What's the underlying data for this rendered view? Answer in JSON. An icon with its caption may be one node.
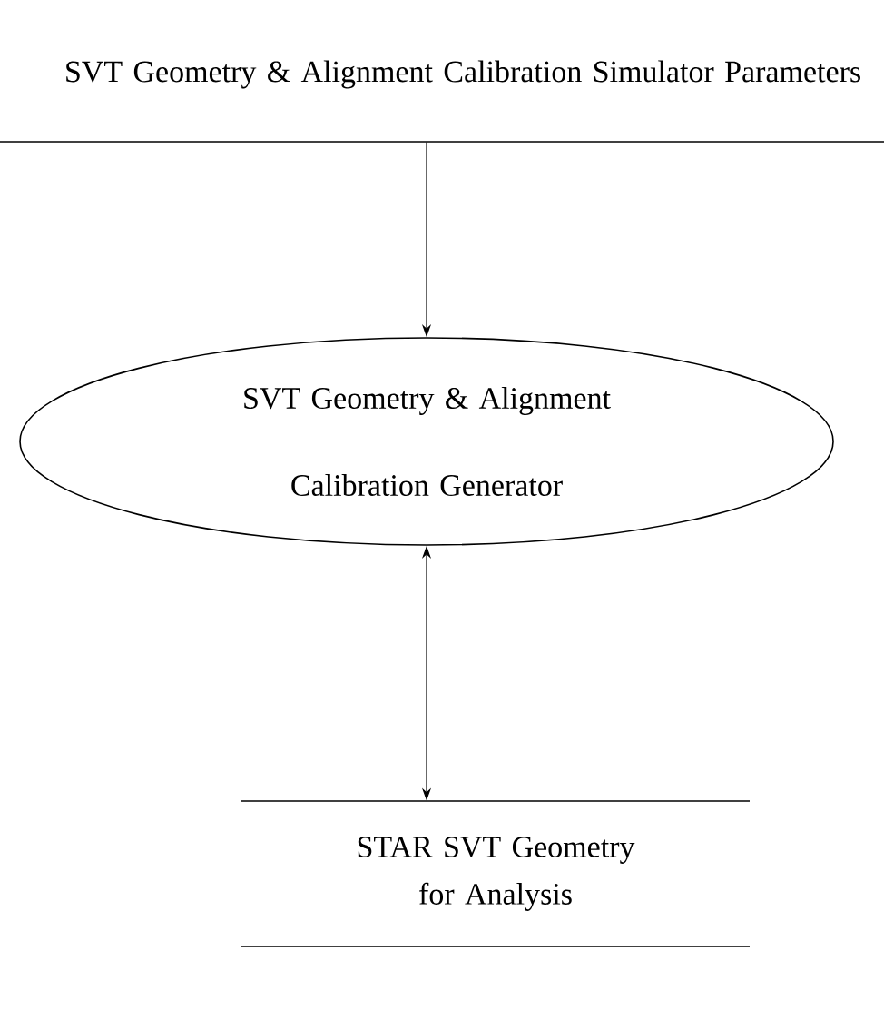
{
  "diagram": {
    "nodes": [
      {
        "text": [
          "SVT Geometry & Alignment Calibration Simulator Parameters"
        ]
      },
      {
        "text": [
          "SVT Geometry & Alignment Calibration Generator"
        ]
      },
      {
        "text": [
          "STAR SVT Geometry for Analysis"
        ]
      }
    ],
    "edges": [
      {
        "from": 0,
        "to": 1,
        "arrow": "to"
      },
      {
        "from": 1,
        "to": 2,
        "arrow": "both"
      }
    ]
  }
}
